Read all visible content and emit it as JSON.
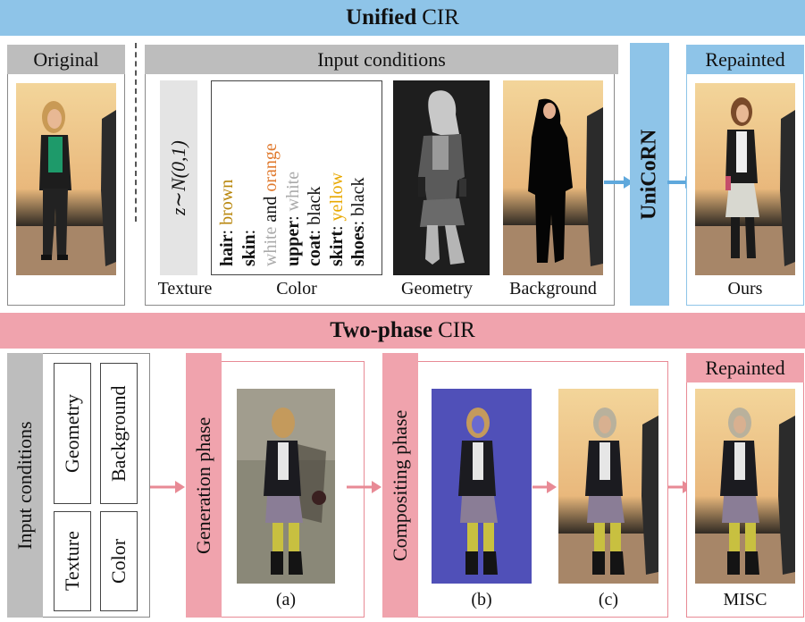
{
  "unified": {
    "title_bold": "Unified",
    "title_rest": "CIR",
    "original_label": "Original",
    "input_conditions_label": "Input conditions",
    "texture_formula": "z∼N(0,1)",
    "color_lines": [
      {
        "part": "hair",
        "value": "brown",
        "color": "#b8860b"
      },
      {
        "part": "skin",
        "value": "",
        "color": "#111111"
      },
      {
        "part": "",
        "value": "white and orange",
        "color": "#e07a2e"
      },
      {
        "part": "upper",
        "value": "white",
        "color": "#aaaaaa"
      },
      {
        "part": "coat",
        "value": "black",
        "color": "#111111"
      },
      {
        "part": "skirt",
        "value": "yellow",
        "color": "#e8a800"
      },
      {
        "part": "shoes",
        "value": "black",
        "color": "#111111"
      }
    ],
    "captions": [
      "Texture",
      "Color",
      "Geometry",
      "Background"
    ],
    "model_label": "UniCoRN",
    "repainted_label": "Repainted",
    "ours_label": "Ours"
  },
  "two_phase": {
    "title_bold": "Two-phase",
    "title_rest": "CIR",
    "input_conditions_label": "Input conditions",
    "boxes": [
      "Geometry",
      "Background",
      "Texture",
      "Color"
    ],
    "generation_phase_label": "Generation phase",
    "compositing_phase_label": "Compositing phase",
    "repainted_label": "Repainted",
    "captions": [
      "(a)",
      "(b)",
      "(c)",
      "MISC"
    ]
  },
  "colors": {
    "blue": "#8ec4e8",
    "pink": "#f0a3ad",
    "gray": "#bdbdbd",
    "arrow_blue": "#5fa8dc",
    "arrow_pink": "#e88a95"
  }
}
